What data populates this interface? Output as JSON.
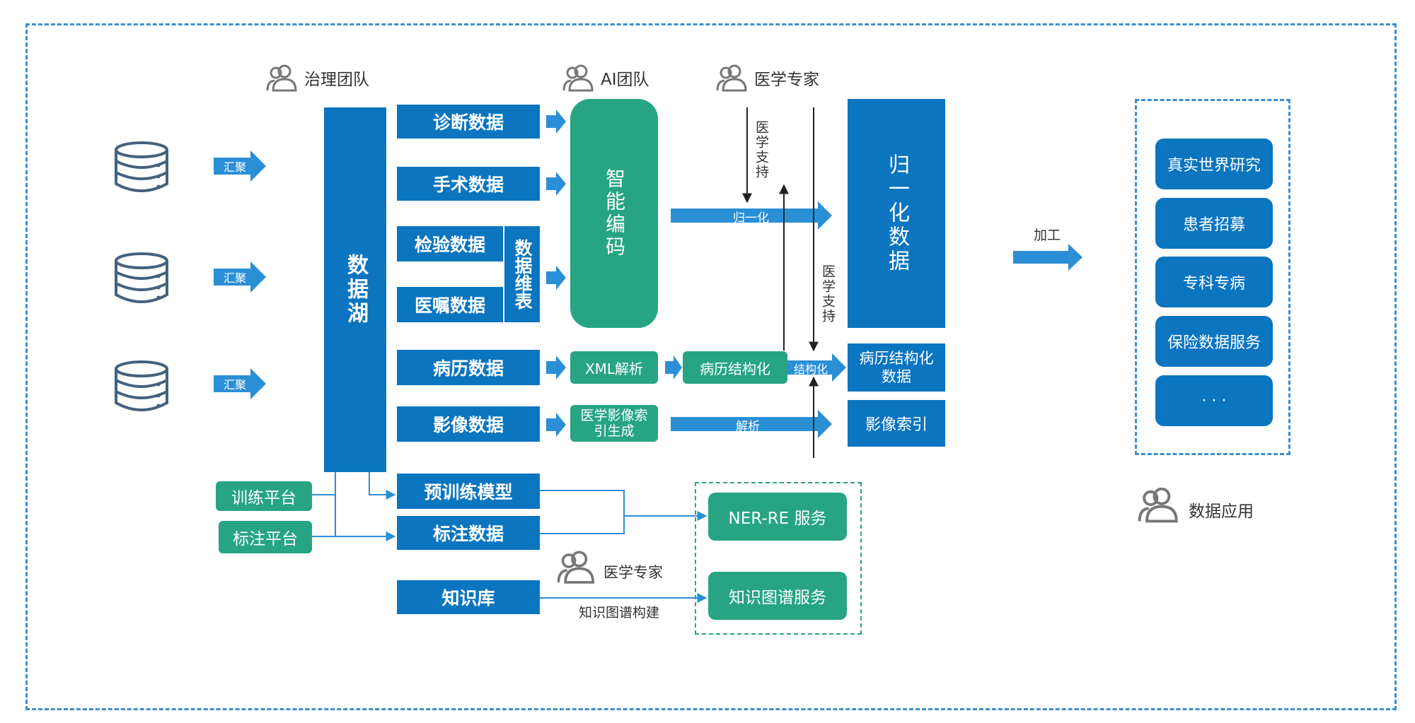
{
  "teams": {
    "governance": "治理团队",
    "ai": "AI团队",
    "medical_expert_top": "医学专家",
    "medical_expert_bottom": "医学专家",
    "data_application": "数据应用"
  },
  "sources": {
    "aggregate_label": "汇聚"
  },
  "data_lake": "数据湖",
  "categories": {
    "diagnosis": "诊断数据",
    "surgery": "手术数据",
    "lab": "检验数据",
    "orders": "医嘱数据",
    "dimension_table": "数据维表",
    "emr": "病历数据",
    "imaging": "影像数据",
    "pretrain": "预训练模型",
    "annotation": "标注数据",
    "knowledge_base": "知识库"
  },
  "platforms": {
    "training": "训练平台",
    "annotation": "标注平台"
  },
  "processing": {
    "smart_coding": "智能编码",
    "xml_parse": "XML解析",
    "emr_structuring": "病历结构化",
    "image_index_gen": "医学影像索引生成",
    "normalize_label": "归一化",
    "structure_label": "结构化",
    "parse_label": "解析",
    "medical_support_1": "医学支持",
    "medical_support_2": "医学支持",
    "kg_build": "知识图谱构建"
  },
  "outputs": {
    "normalized": "归一化数据",
    "structured_emr": "病历结构化数据",
    "image_index": "影像索引"
  },
  "services": {
    "ner_re": "NER-RE 服务",
    "kg_service": "知识图谱服务"
  },
  "process_label": "加工",
  "applications": [
    "真实世界研究",
    "患者招募",
    "专科专病",
    "保险数据服务",
    "· · ·"
  ],
  "colors": {
    "blue": "#0b75c0",
    "teal": "#27a583",
    "arrow": "#2b8fd6",
    "dash": "#3a8fd0"
  }
}
